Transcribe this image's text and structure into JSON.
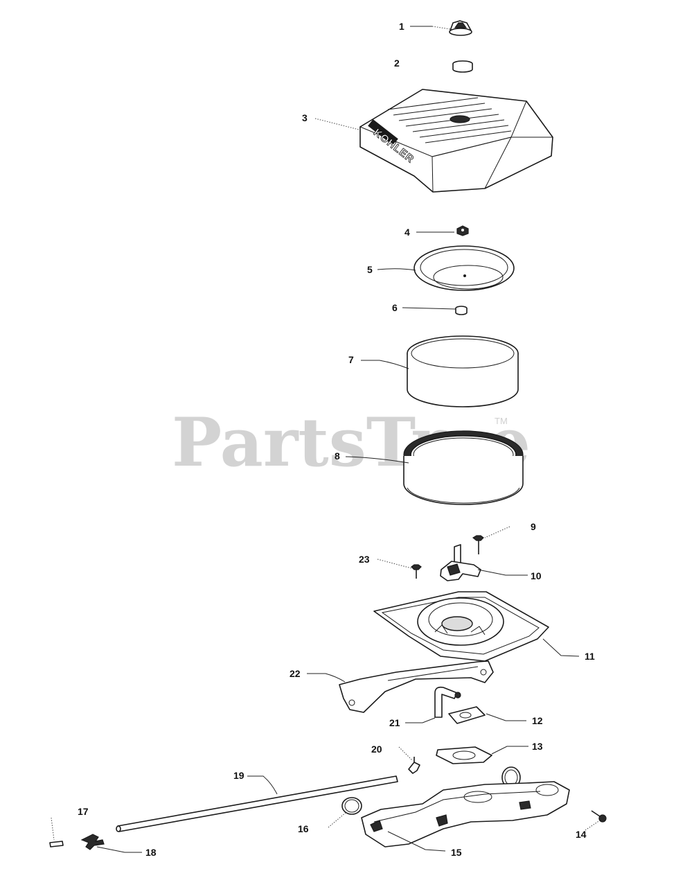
{
  "watermark": {
    "text": "PartsTree",
    "tm": "TM"
  },
  "cover_logo": "KOHLER",
  "callouts": [
    "1",
    "2",
    "3",
    "4",
    "5",
    "6",
    "7",
    "8",
    "9",
    "10",
    "11",
    "12",
    "13",
    "14",
    "15",
    "16",
    "17",
    "18",
    "19",
    "20",
    "21",
    "22",
    "23"
  ],
  "colors": {
    "line": "#1a1a1a",
    "watermark": "#d3d3d3",
    "background": "#ffffff"
  }
}
